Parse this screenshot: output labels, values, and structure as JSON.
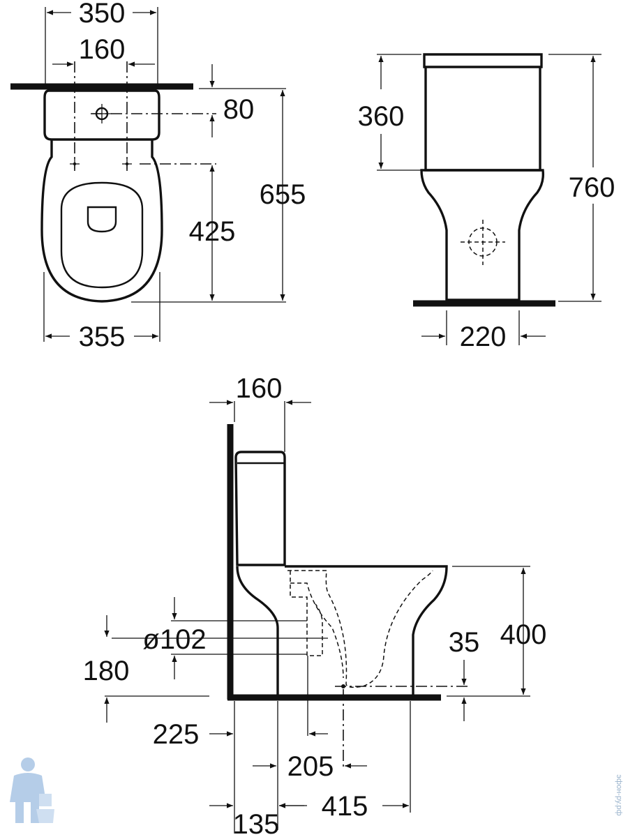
{
  "top_view": {
    "width_top": "350",
    "fixing_spacing": "160",
    "fixing_depth": "80",
    "fixing_to_front": "425",
    "total_depth": "655",
    "width_bowl": "355"
  },
  "front_view": {
    "cistern_height": "360",
    "total_height": "760",
    "base_width": "220"
  },
  "side_view": {
    "cistern_depth": "160",
    "outlet_diameter": "ø102",
    "outlet_height": "180",
    "rim_height": "400",
    "floor_offset": "35",
    "outlet_wall": "225",
    "floor_outlet": "205",
    "wall_clearance": "135",
    "base_depth": "415"
  },
  "watermark": {
    "site_text": "эфон-ру.рф"
  },
  "logo": "plumber-mascot"
}
